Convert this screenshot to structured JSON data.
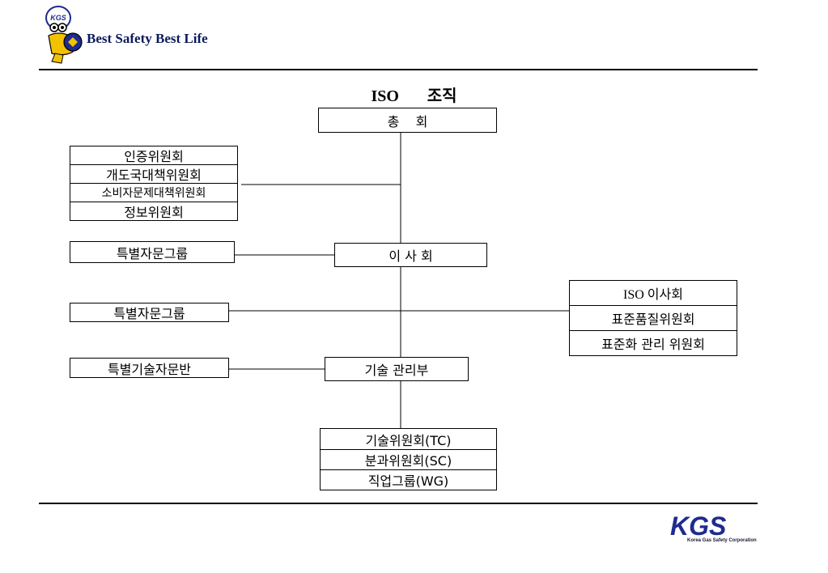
{
  "header": {
    "tagline": "Best Safety Best Life",
    "mascot_badge": "KGS"
  },
  "title": {
    "en": "ISO",
    "ko": "조직"
  },
  "nodes": {
    "general_assembly": "총    회",
    "committees": [
      "인증위원회",
      "개도국대책위원회",
      "소비자문제대책위원회",
      "정보위원회"
    ],
    "advisory_group_1": "특별자문그룹",
    "council": "이 사 회",
    "advisory_group_2": "특별자문그룹",
    "council_committees": [
      "ISO 이사회",
      "표준품질위원회",
      "표준화 관리 위원회"
    ],
    "tech_advisory": "특별기술자문반",
    "tech_management": "기술 관리부",
    "technical_bodies": [
      "기술위원회(TC)",
      "분과위원회(SC)",
      "직업그룹(WG)"
    ]
  },
  "footer": {
    "logo_text": "KGS",
    "company": "Korea Gas Safety Corporation"
  },
  "colors": {
    "tagline": "#0a1b5c",
    "logo_blue": "#1e2b8f",
    "mascot_yellow": "#f2c200"
  }
}
